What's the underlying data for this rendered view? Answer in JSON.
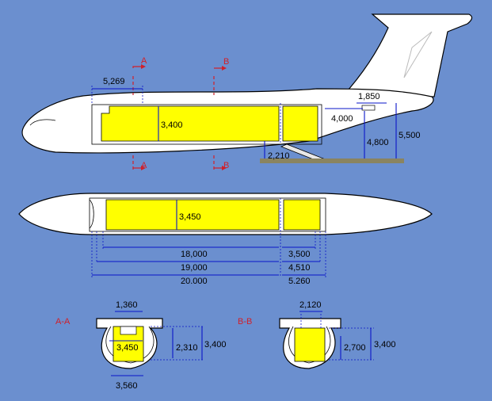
{
  "side_view": {
    "section_a_label_top": "A",
    "section_a_label_bottom": "A",
    "section_b_label_top": "B",
    "section_b_label_bottom": "B",
    "dim_5269": "5,269",
    "dim_3400": "3,400",
    "dim_1850": "1,850",
    "dim_4000": "4,000",
    "dim_4800": "4,800",
    "dim_5500": "5,500",
    "dim_2210": "2,210"
  },
  "top_view": {
    "dim_3450": "3,450",
    "dim_18000": "18,000",
    "dim_3500": "3,500",
    "dim_19000": "19,000",
    "dim_4510": "4,510",
    "dim_20000": "20.000",
    "dim_5260": "5.260"
  },
  "section_aa": {
    "label": "A-A",
    "dim_1360": "1,360",
    "dim_3450": "3,450",
    "dim_2310": "2,310",
    "dim_3400": "3,400",
    "dim_3560": "3,560"
  },
  "section_bb": {
    "label": "B-B",
    "dim_2120": "2,120",
    "dim_2700": "2,700",
    "dim_3400": "3,400"
  },
  "colors": {
    "background": "#6b8fcf",
    "cargo": "#ffff00",
    "dimension": "#0a14c8",
    "section_mark": "#d0202a"
  }
}
